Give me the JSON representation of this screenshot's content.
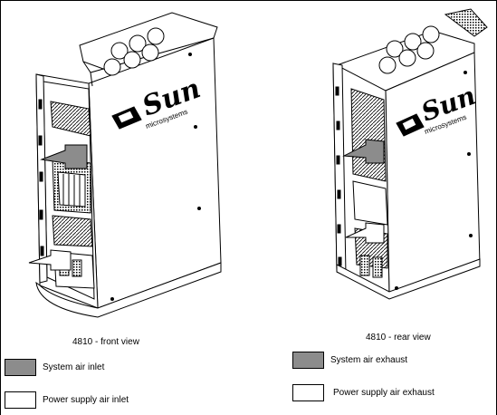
{
  "figure": {
    "front_caption": "4810 - front view",
    "rear_caption": "4810 - rear view",
    "brand_name": "Sun",
    "brand_sub": "microsystems"
  },
  "legend": {
    "system_inlet": "System air inlet",
    "psu_inlet": "Power supply air inlet",
    "system_exhaust": "System air exhaust",
    "psu_exhaust": "Power supply air exhaust"
  },
  "colors": {
    "system_air": "#8c8c8c",
    "power_supply_air": "#ffffff",
    "line": "#000000"
  }
}
